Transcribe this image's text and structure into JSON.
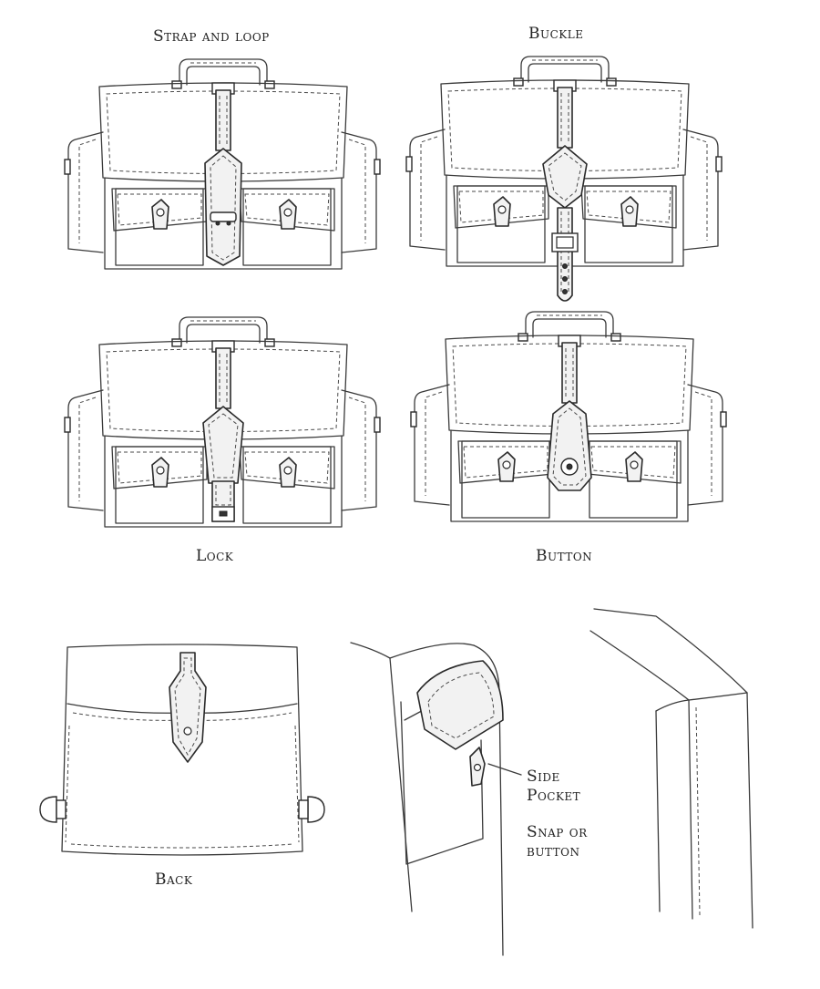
{
  "labels": {
    "strap_and_loop": "Strap and loop",
    "buckle": "Buckle",
    "lock": "Lock",
    "button": "Button",
    "back": "Back",
    "side_pocket_line1": "Side",
    "side_pocket_line2": "Pocket",
    "snap_line1": "Snap or",
    "snap_line2": "button"
  }
}
